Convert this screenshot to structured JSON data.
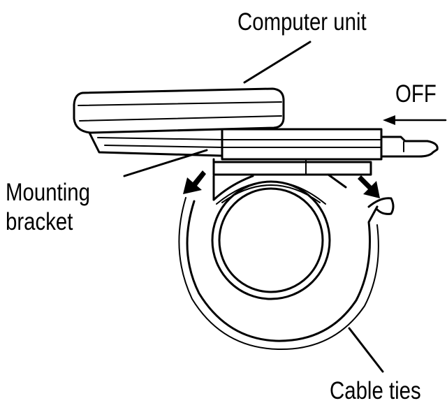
{
  "labels": {
    "computer_unit": "Computer unit",
    "off": "OFF",
    "mounting_line1": "Mounting",
    "mounting_line2": "bracket",
    "cable_ties": "Cable ties"
  },
  "colors": {
    "ink": "#000000",
    "background": "#ffffff"
  }
}
